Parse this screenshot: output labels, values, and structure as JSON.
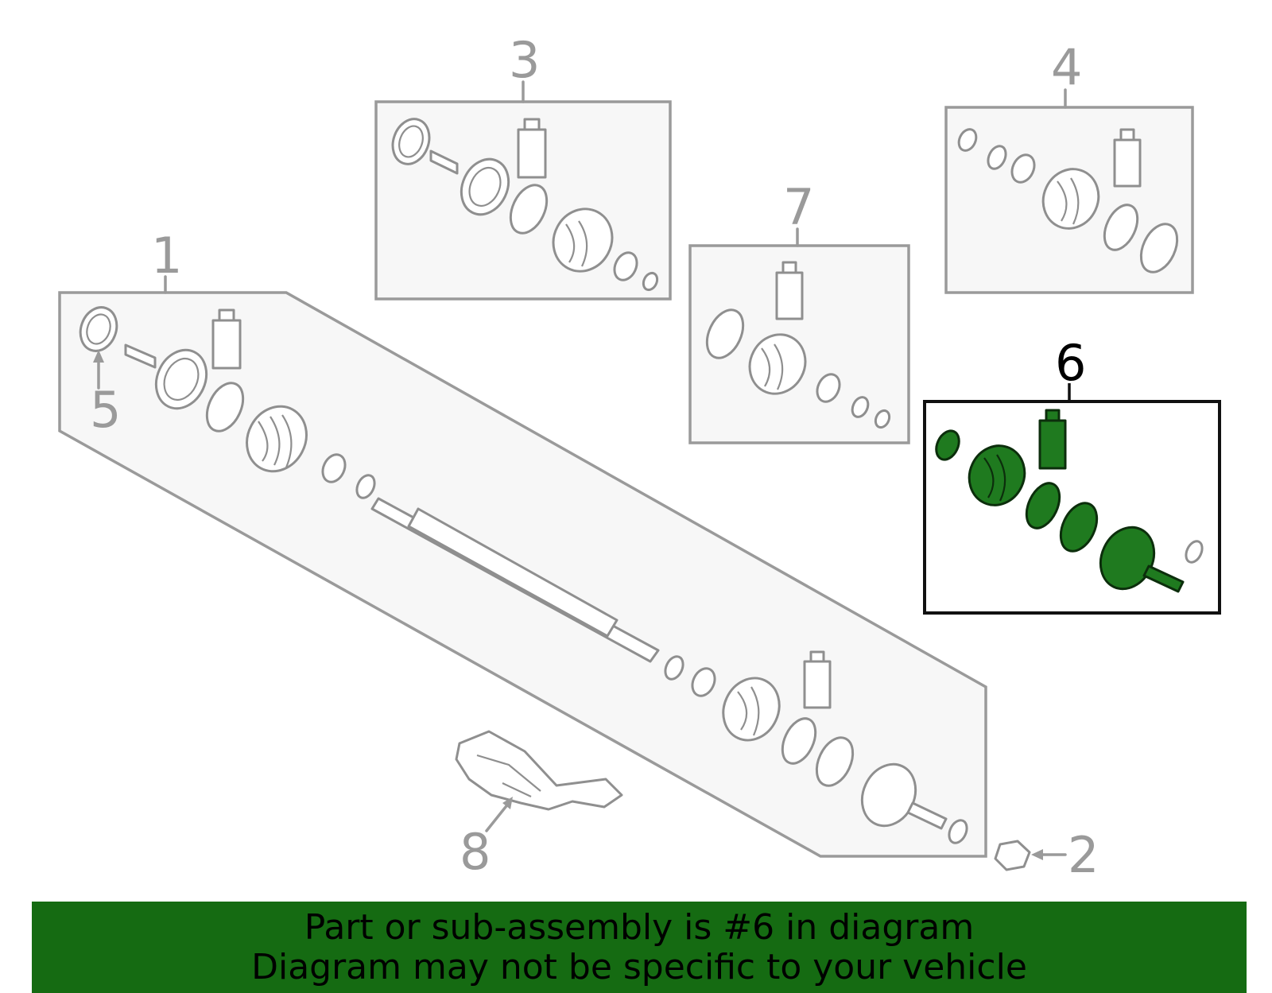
{
  "diagram": {
    "callouts": {
      "c1": "1",
      "c2": "2",
      "c3": "3",
      "c4": "4",
      "c5": "5",
      "c6": "6",
      "c7": "7",
      "c8": "8"
    },
    "highlighted_part": "6",
    "colors": {
      "highlight_fill": "#1f7a1f",
      "banner": "#156b12",
      "outline": "#9a9a9a"
    }
  },
  "banner": {
    "line1": "Part or sub-assembly is #6 in diagram",
    "line2": "Diagram may not be specific to your vehicle"
  }
}
